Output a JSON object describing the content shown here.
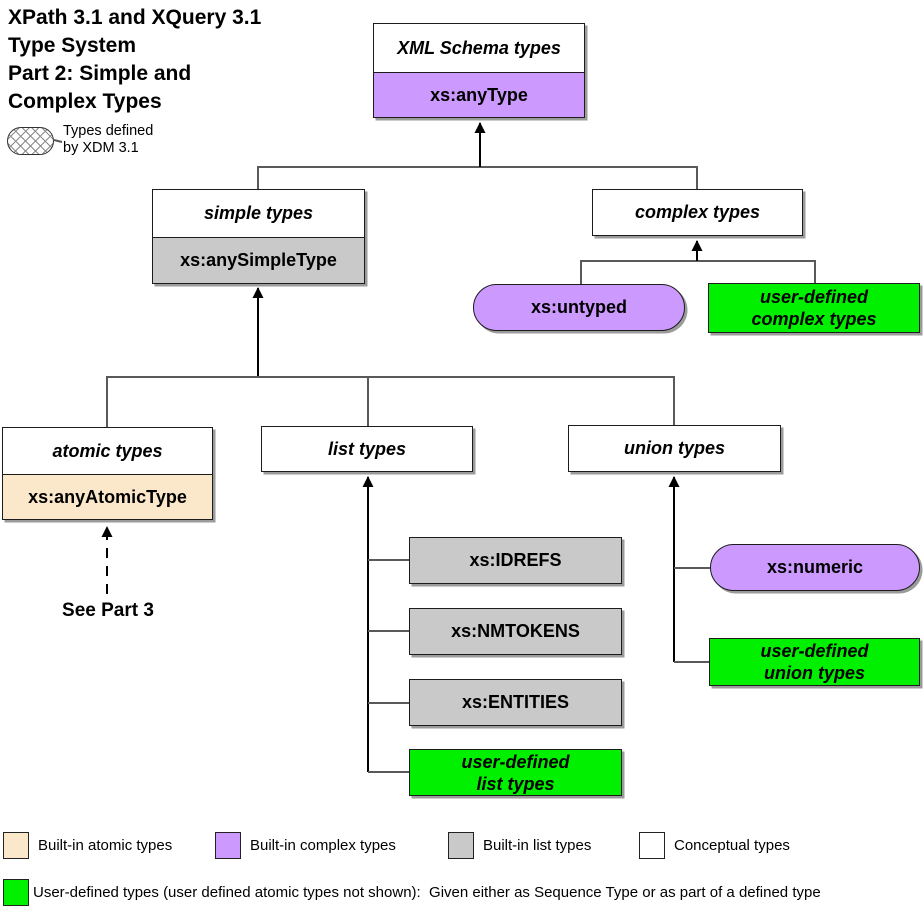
{
  "title": "XPath 3.1 and XQuery 3.1\nType System\nPart 2: Simple and\nComplex Types",
  "xdm_legend": {
    "label": "Types defined\nby XDM 3.1"
  },
  "colors": {
    "purple": "#CC99FF",
    "peach": "#FBE8CB",
    "gray": "#C9C9C9",
    "green": "#00F000",
    "white": "#FFFFFF"
  },
  "nodes": {
    "xml_schema": {
      "header": "XML Schema types",
      "type": "xs:anyType"
    },
    "simple": {
      "header": "simple types",
      "type": "xs:anySimpleType"
    },
    "complex": {
      "header": "complex types"
    },
    "untyped": {
      "label": "xs:untyped"
    },
    "user_complex": {
      "label": "user-defined\ncomplex types"
    },
    "atomic": {
      "header": "atomic types",
      "type": "xs:anyAtomicType"
    },
    "list": {
      "header": "list types"
    },
    "union": {
      "header": "union types"
    },
    "see_part_3": {
      "label": "See Part 3"
    },
    "idrefs": {
      "label": "xs:IDREFS"
    },
    "nmtokens": {
      "label": "xs:NMTOKENS"
    },
    "entities": {
      "label": "xs:ENTITIES"
    },
    "user_list": {
      "label": "user-defined\nlist types"
    },
    "numeric": {
      "label": "xs:numeric"
    },
    "user_union": {
      "label": "user-defined\nunion types"
    }
  },
  "legend": {
    "items": [
      {
        "label": "Built-in atomic types",
        "color": "#FBE8CB"
      },
      {
        "label": "Built-in complex types",
        "color": "#CC99FF"
      },
      {
        "label": "Built-in list types",
        "color": "#C9C9C9"
      },
      {
        "label": "Conceptual types",
        "color": "#FFFFFF"
      }
    ]
  },
  "footer": {
    "label": "User-defined types (user defined atomic types not shown):  Given either as Sequence Type or as part of a defined type",
    "color": "#00F000"
  }
}
